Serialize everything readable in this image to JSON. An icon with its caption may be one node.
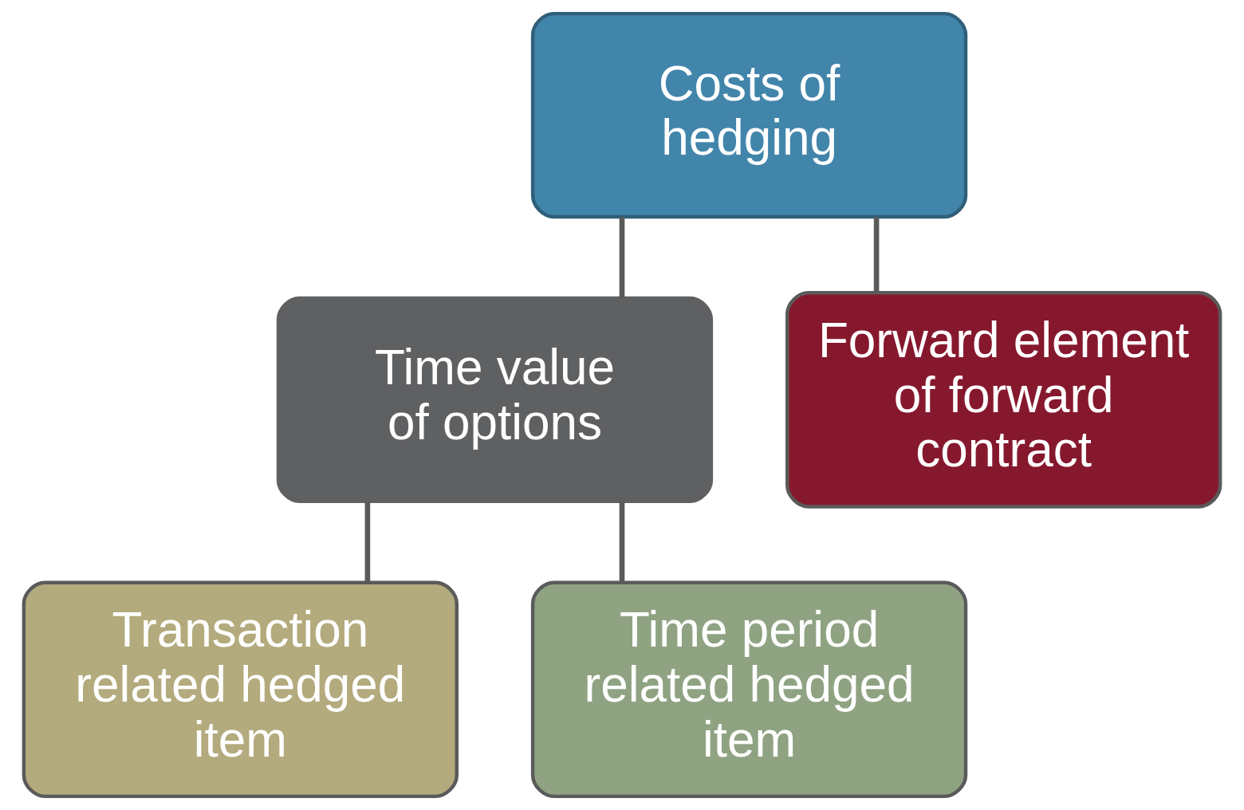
{
  "diagram": {
    "nodes": [
      {
        "text": [
          "Costs of hedging"
        ]
      },
      {
        "text": [
          "Time value of options"
        ]
      },
      {
        "text": [
          "Forward element of forward contract"
        ]
      },
      {
        "text": [
          "Transaction related hedged item"
        ]
      },
      {
        "text": [
          "Time period related hedged item"
        ]
      }
    ],
    "edges": [
      {
        "from": 0,
        "to": 1,
        "arrow": "none"
      },
      {
        "from": 0,
        "to": 2,
        "arrow": "none"
      },
      {
        "from": 1,
        "to": 3,
        "arrow": "none"
      },
      {
        "from": 1,
        "to": 4,
        "arrow": "none"
      }
    ]
  }
}
